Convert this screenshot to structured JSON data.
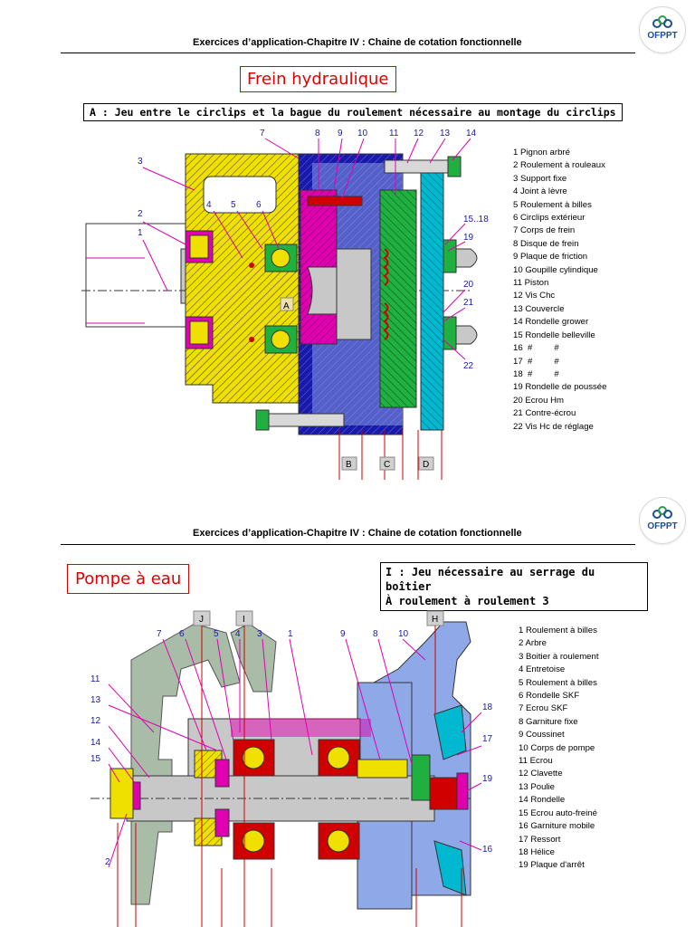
{
  "page1": {
    "header": "Exercices d’application-Chapitre IV : Chaine de cotation fonctionnelle",
    "logo_text": "OFPPT",
    "title": "Frein hydraulique",
    "question": "A : Jeu entre le circlips et la bague du roulement nécessaire au montage du circlips",
    "callouts": [
      "1",
      "2",
      "3",
      "4",
      "5",
      "6",
      "7",
      "8",
      "9",
      "10",
      "11",
      "12",
      "13",
      "14",
      "15..18",
      "19",
      "20",
      "21",
      "22"
    ],
    "dim_letters": [
      "A",
      "B",
      "C",
      "D"
    ],
    "legend": [
      "1 Pignon arbré",
      "2 Roulement à rouleaux",
      "3 Support fixe",
      "4 Joint à lèvre",
      "5 Roulement à billes",
      "6 Circlips extérieur",
      "7 Corps de frein",
      "8 Disque de frein",
      "9 Plaque de friction",
      "10 Goupille cylindique",
      "11 Piston",
      "12 Vis Chc",
      "13 Couvercle",
      "14 Rondelle grower",
      "15 Rondelle belleville",
      "16  #         #",
      "17  #         #",
      "18  #         #",
      "19 Rondelle de poussée",
      "20 Ecrou Hm",
      "21 Contre-écrou",
      "22 Vis Hc de réglage"
    ]
  },
  "page2": {
    "header": "Exercices d’application-Chapitre IV : Chaine de cotation fonctionnelle",
    "logo_text": "OFPPT",
    "title": "Pompe à eau",
    "question_line1": "I : Jeu nécessaire au serrage du boîtier",
    "question_line2": "À roulement à roulement 3",
    "callouts": [
      "1",
      "2",
      "3",
      "4",
      "5",
      "6",
      "7",
      "8",
      "9",
      "10",
      "11",
      "12",
      "13",
      "14",
      "15",
      "16",
      "17",
      "18",
      "19"
    ],
    "dim_letters": [
      "J",
      "I",
      "H"
    ],
    "legend": [
      "1 Roulement à billes",
      "2 Arbre",
      "3 Boitier à roulement",
      "4 Entretoise",
      "5 Roulement à billes",
      "6 Rondelle SKF",
      "7 Ecrou SKF",
      "8 Garniture fixe",
      "9 Coussinet",
      "10 Corps de pompe",
      "11 Ecrou",
      "12 Clavette",
      "13 Poulie",
      "14 Rondelle",
      "15 Ecrou auto-freiné",
      "16 Garniture mobile",
      "17 Ressort",
      "18 Hélice",
      "19 Plaque d'arrêt"
    ]
  },
  "colors": {
    "title_red": "#e00000",
    "hatch_yellow": "#f0e000",
    "magenta": "#e000b0",
    "blue": "#1a1aa8",
    "green": "#20b040",
    "cyan": "#00b8d0",
    "gray": "#c8c8c8",
    "sage": "#a8bca8",
    "pump_blue": "#8fa8e8",
    "red_dim": "#d00000"
  }
}
